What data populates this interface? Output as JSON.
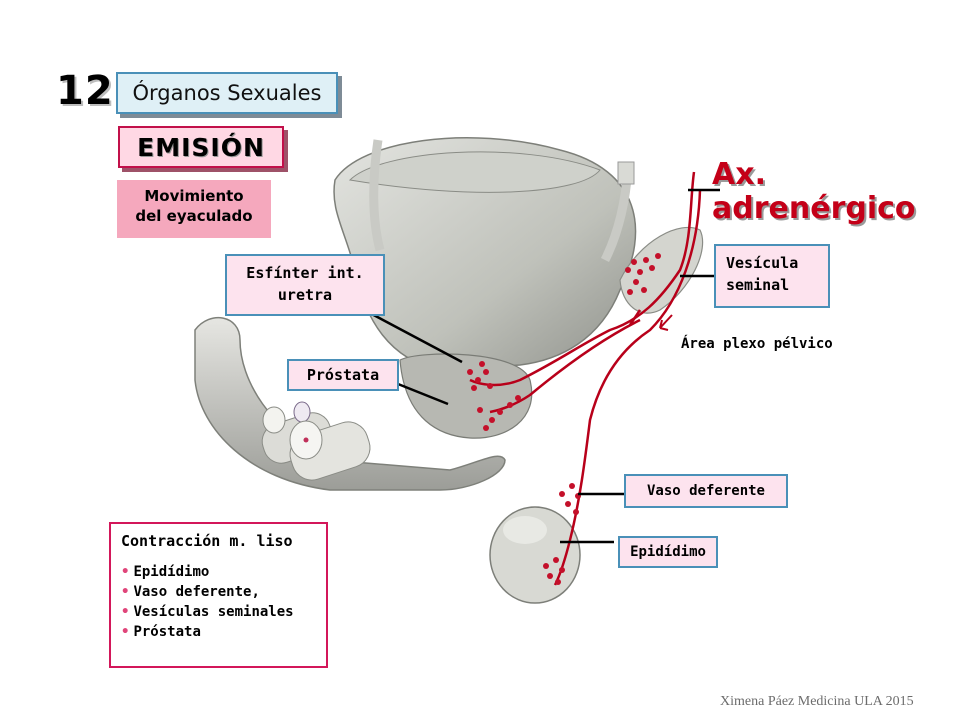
{
  "slide": {
    "number": "12.",
    "category": "Órganos Sexuales",
    "title": "EMISIÓN",
    "subtitle_lines": [
      "Movimiento",
      "del eyaculado"
    ]
  },
  "labels": {
    "esfinter_lines": [
      "Esfínter int.",
      "uretra"
    ],
    "prostata": "Próstata",
    "vesicula_lines": [
      "Vesícula",
      "seminal"
    ],
    "area_plexo": "Área plexo pélvico",
    "vaso_deferente": "Vaso deferente",
    "epididimo": "Epidídimo",
    "axon_lines": [
      "Ax.",
      "adrenérgico"
    ]
  },
  "contraction_box": {
    "title": "Contracción m. liso",
    "items": [
      "Epidídimo",
      "Vaso deferente,",
      "Vesículas seminales",
      "Próstata"
    ]
  },
  "credit": "Ximena Páez Medicina ULA 2015",
  "colors": {
    "nerve_red": "#c40018",
    "pink_box": "#fde3ee",
    "blue_border": "#4a90b8",
    "magenta_border": "#d3175a"
  }
}
